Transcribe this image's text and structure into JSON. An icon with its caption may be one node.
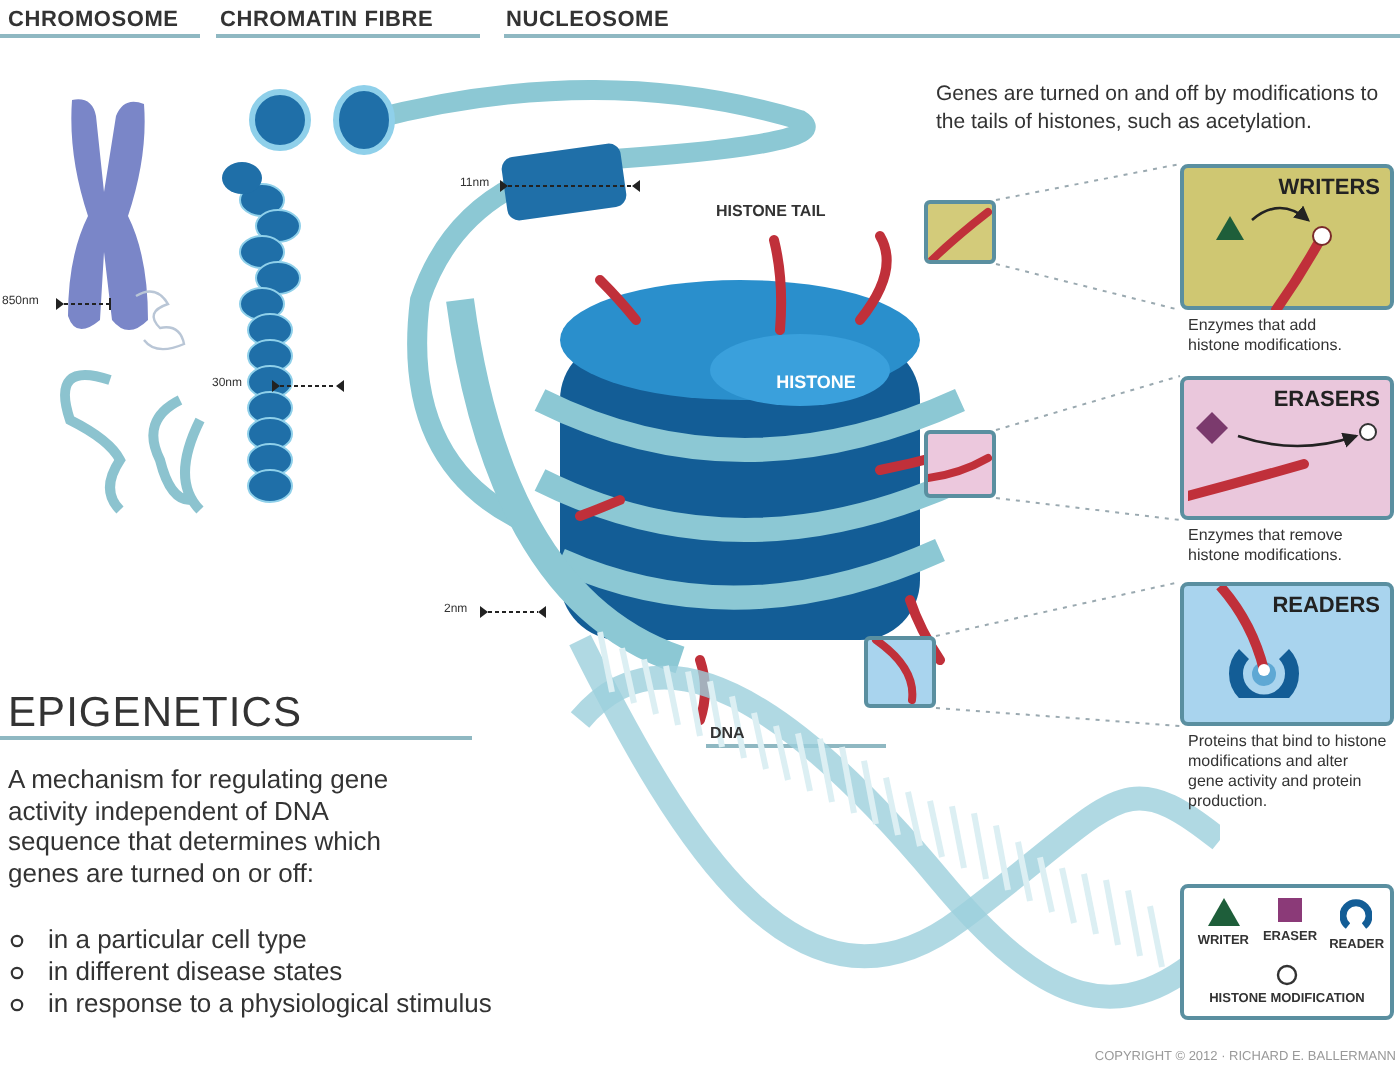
{
  "diagram": {
    "title": "EPIGENETICS",
    "nodes": [
      {
        "text": [],
        "shape": "box"
      },
      {
        "text": [
          "WRITERS"
        ],
        "beside": [
          "Enzymes that add histone modifications."
        ]
      },
      {
        "text": [],
        "shape": "box"
      },
      {
        "text": [
          "ERASERS"
        ],
        "beside": [
          "Enzymes that remove histone modifications."
        ]
      },
      {
        "text": [],
        "shape": "box"
      },
      {
        "text": [
          "READERS"
        ],
        "beside": [
          "Proteins that bind to histone modifications and alter gene activity and protein production."
        ]
      }
    ],
    "edges": [
      {
        "from": 0,
        "to": 1,
        "arrow": "none",
        "style": "dashed"
      },
      {
        "from": 0,
        "to": 1,
        "arrow": "none",
        "style": "dashed"
      },
      {
        "from": 2,
        "to": 3,
        "arrow": "none",
        "style": "dashed"
      },
      {
        "from": 2,
        "to": 3,
        "arrow": "none",
        "style": "dashed"
      },
      {
        "from": 4,
        "to": 5,
        "arrow": "none",
        "style": "dashed"
      },
      {
        "from": 4,
        "to": 5,
        "arrow": "none",
        "style": "dashed"
      }
    ],
    "labels": [
      "CHROMOSOME",
      "CHROMATIN FIBRE",
      "NUCLEOSOME",
      "Genes are turned on and off by modifications to the tails of histones, such as acetylation.",
      "11nm",
      "HISTONE TAIL",
      "850nm",
      "HISTONE",
      "30nm",
      "2nm",
      "DNA",
      "A mechanism for regulating gene activity independent of DNA sequence that determines which genes are turned on or off:",
      "in a particular cell type",
      "in different disease states",
      "in response to a physiological stimulus",
      "COPYRIGHT © 2012 · RICHARD E. BALLERMANN"
    ],
    "legend": [
      {
        "text": "WRITER"
      },
      {
        "text": "ERASER"
      },
      {
        "text": "READER"
      },
      {
        "text": "HISTONE MODIFICATION"
      }
    ]
  }
}
